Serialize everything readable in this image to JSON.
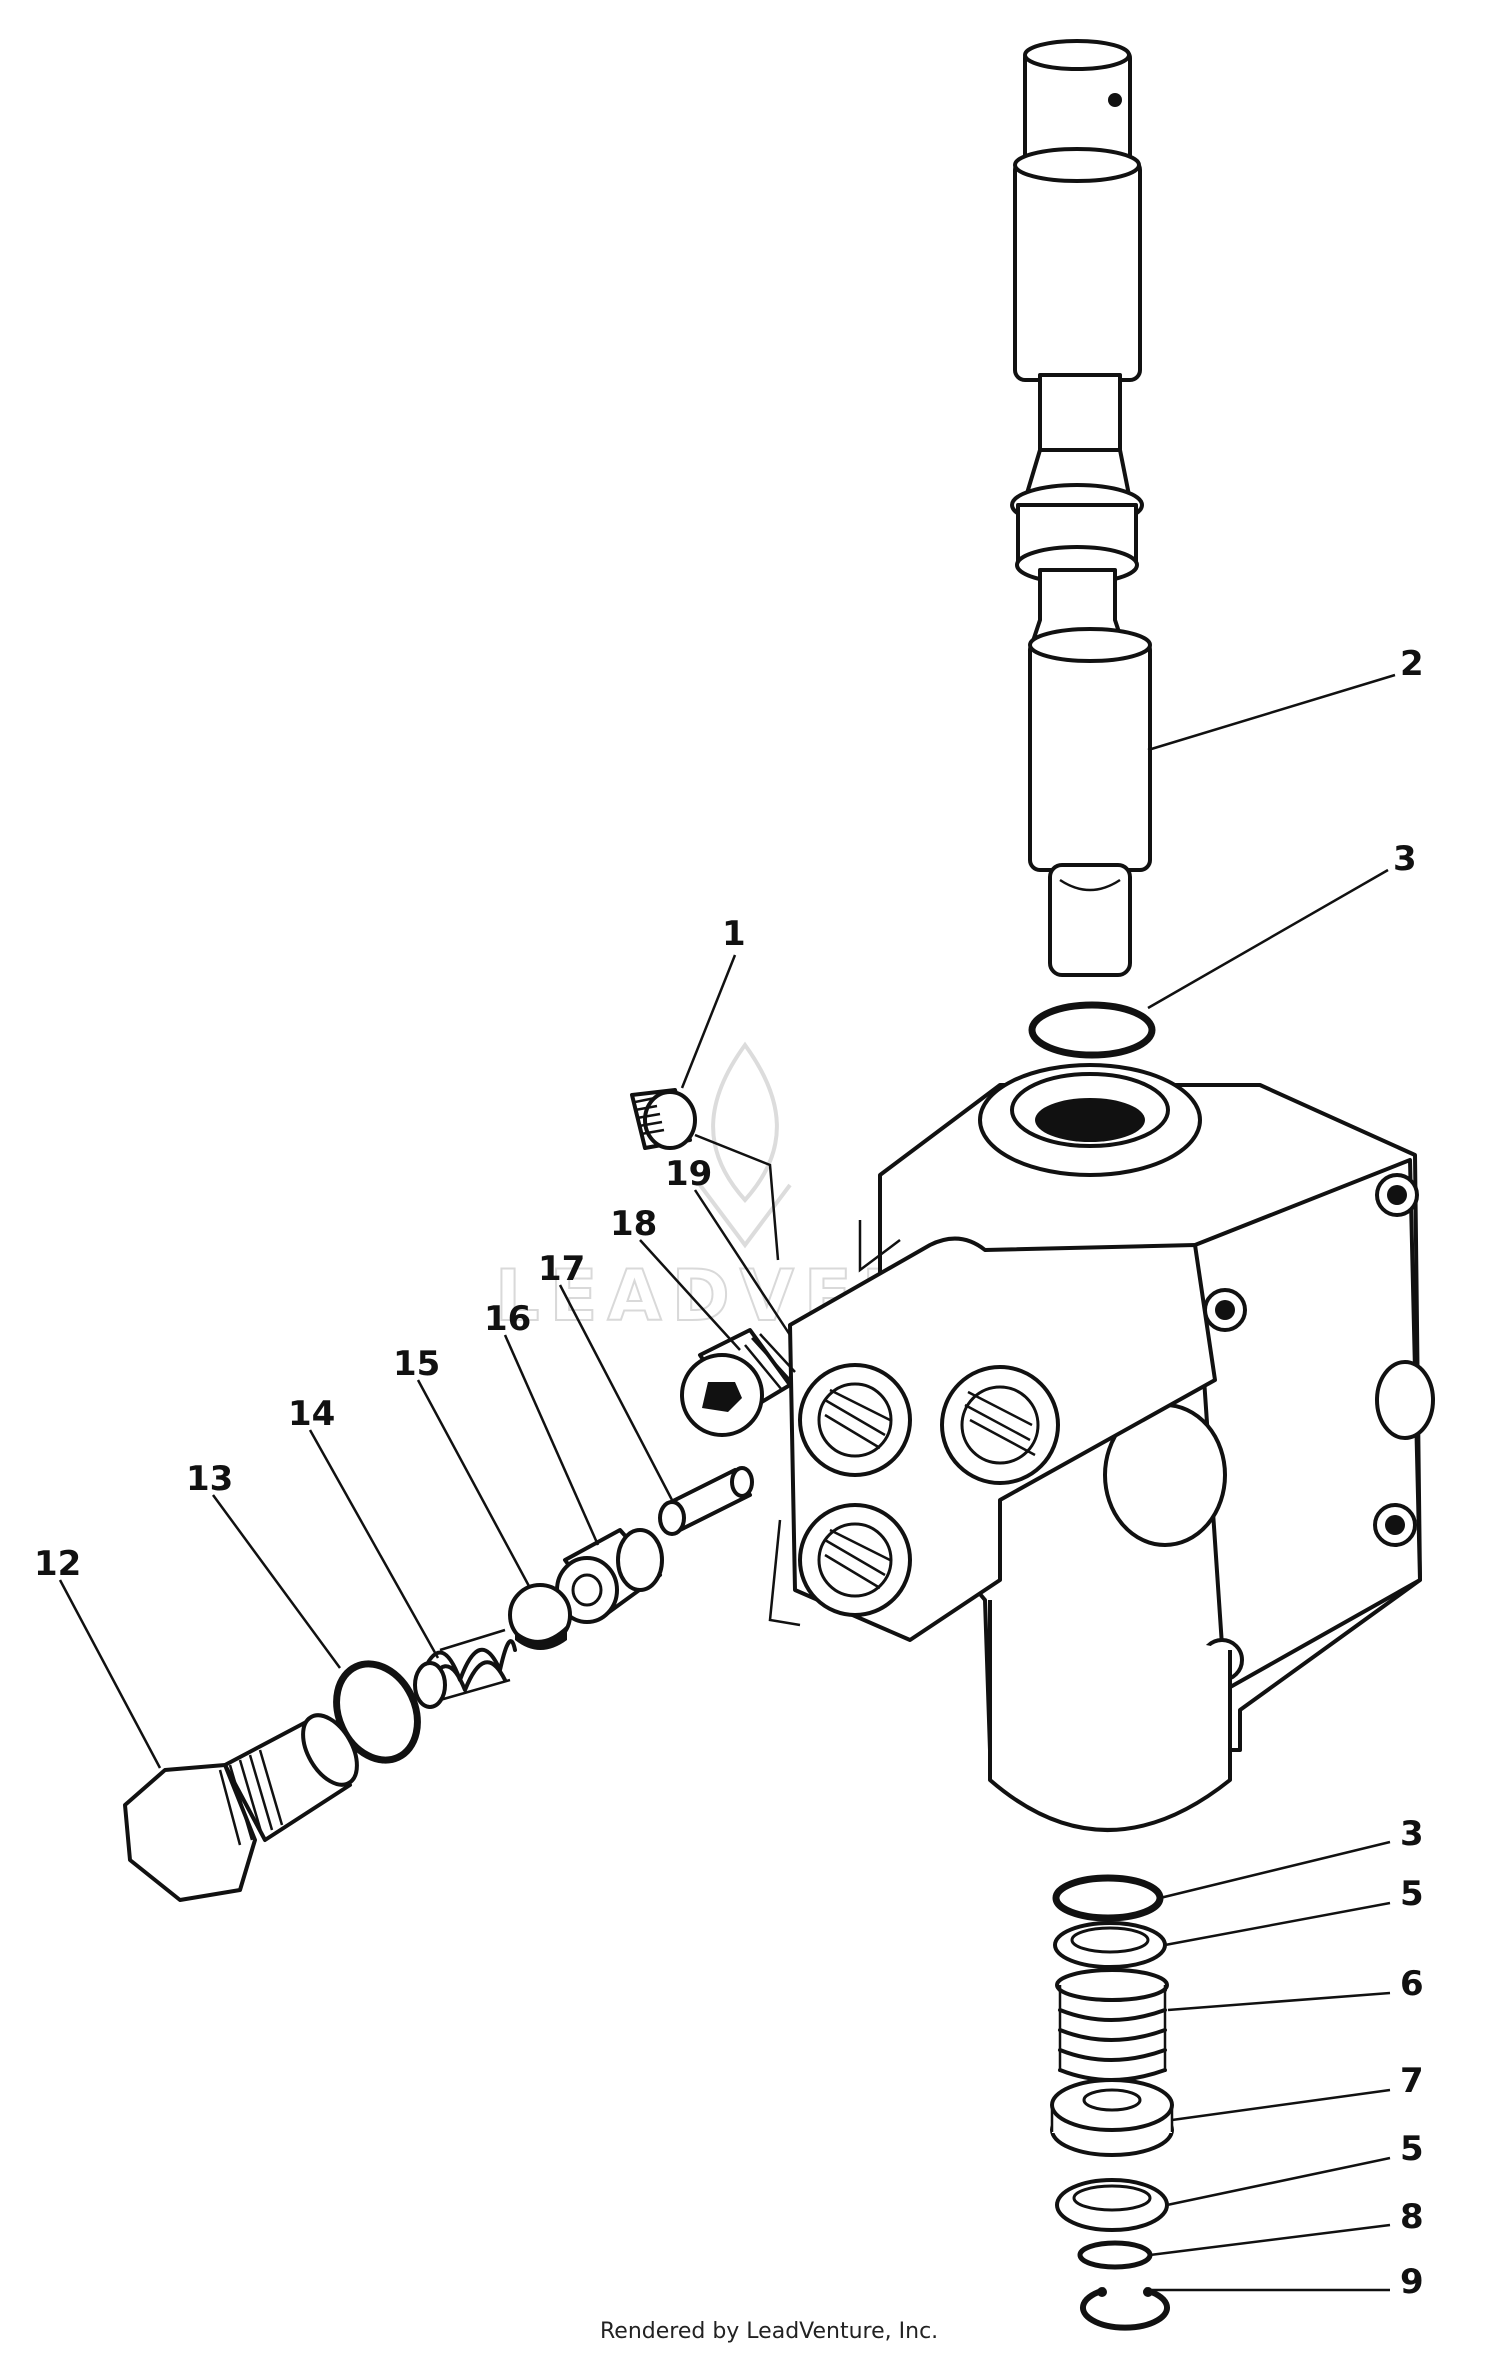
{
  "watermark": "LEADVENTURE",
  "credit": "Rendered by LeadVenture, Inc.",
  "callouts": [
    {
      "id": "leader-2",
      "label": "2"
    },
    {
      "id": "leader-3a",
      "label": "3"
    },
    {
      "id": "leader-1",
      "label": "1"
    },
    {
      "id": "leader-19",
      "label": "19"
    },
    {
      "id": "leader-18",
      "label": "18"
    },
    {
      "id": "leader-17",
      "label": "17"
    },
    {
      "id": "leader-16",
      "label": "16"
    },
    {
      "id": "leader-15",
      "label": "15"
    },
    {
      "id": "leader-14",
      "label": "14"
    },
    {
      "id": "leader-13",
      "label": "13"
    },
    {
      "id": "leader-12",
      "label": "12"
    },
    {
      "id": "leader-3b",
      "label": "3"
    },
    {
      "id": "leader-5a",
      "label": "5"
    },
    {
      "id": "leader-6",
      "label": "6"
    },
    {
      "id": "leader-7",
      "label": "7"
    },
    {
      "id": "leader-5b",
      "label": "5"
    },
    {
      "id": "leader-8",
      "label": "8"
    },
    {
      "id": "leader-9",
      "label": "9"
    }
  ]
}
